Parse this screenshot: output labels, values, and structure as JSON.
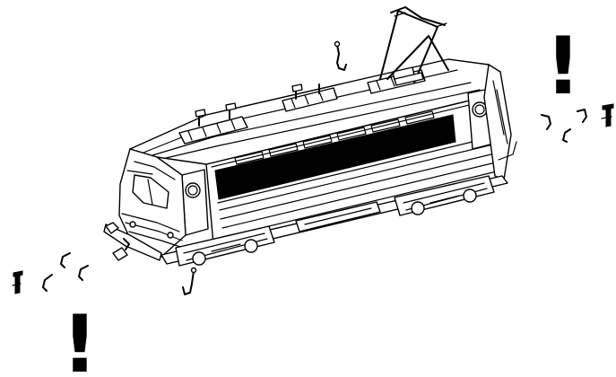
{
  "diagram": {
    "warning_marks": {
      "top_right": "!",
      "bottom_left": "!"
    },
    "colors": {
      "line": "#000000",
      "background": "#ffffff"
    },
    "parts": {
      "locomotive": "electric-locomotive",
      "left_end_accessories": [
        "coupler",
        "brake-hose",
        "brake-hose",
        "cable"
      ],
      "right_end_accessories": [
        "brake-hose",
        "brake-hose",
        "cable",
        "coupler"
      ],
      "loose_hoses": [
        "roof-cable",
        "underside-hose"
      ]
    }
  }
}
